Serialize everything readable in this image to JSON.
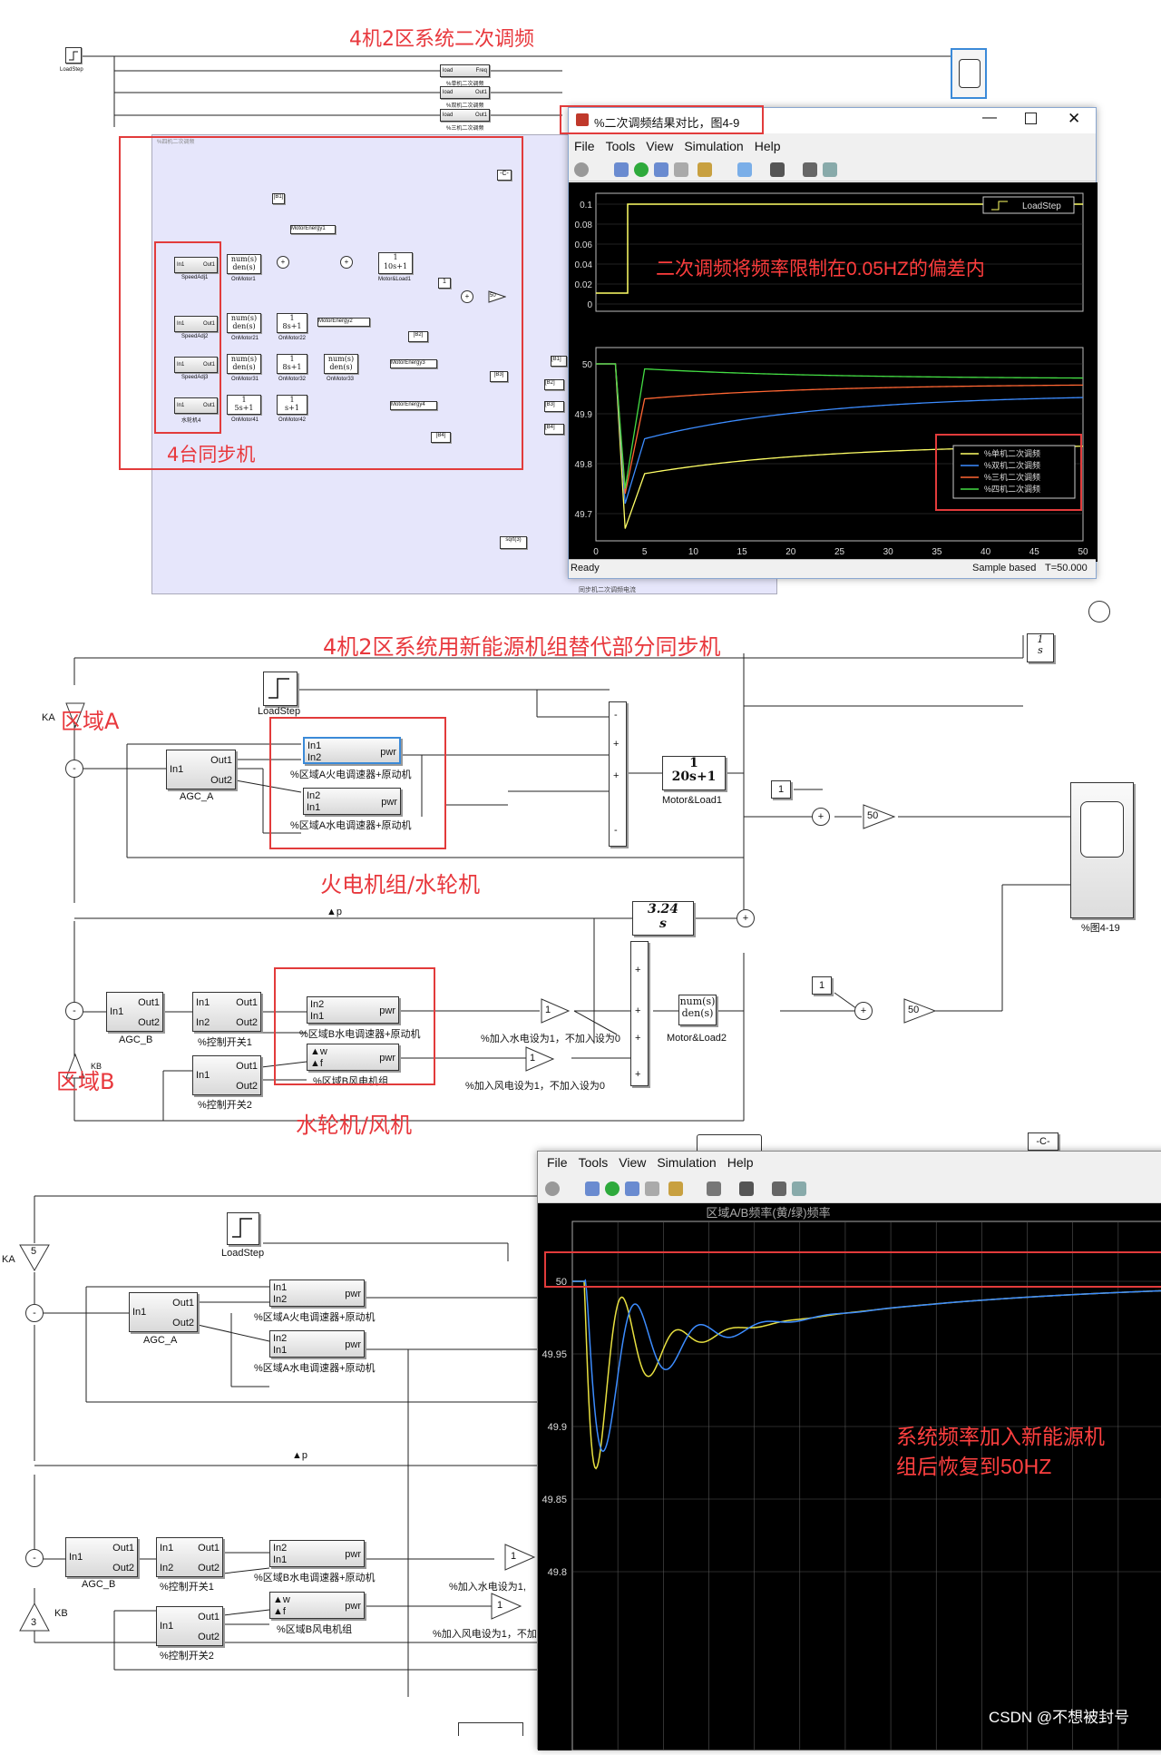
{
  "section1": {
    "title": "4机2区系统二次调频",
    "loadstep_small": "LoadStep",
    "tiny_blocks": [
      "load",
      "Freq",
      "%单机二次调频",
      "load",
      "Out1",
      "%双机二次调频",
      "load",
      "Out1",
      "%三机二次调频"
    ],
    "subsystem_header": "%四机二次调频",
    "speed_blocks": [
      "SpeedAdj1",
      "SpeedAdj2",
      "SpeedAdj3",
      "水轮机4"
    ],
    "motor_labels": [
      "OnMotor1",
      "OnMotor21",
      "OnMotor22",
      "OnMotor31",
      "OnMotor32",
      "OnMotor33",
      "OnMotor41",
      "OnMotor42"
    ],
    "tf_numden": "num(s)\nden(s)",
    "tf_10s": "1\n10s+1",
    "tf_8s": "1\n8s+1",
    "tf_5s": "1\n5s+1",
    "tf_s": "1\ns+1",
    "motor_load": "Motor&Load1",
    "goto_tags": [
      "[B1]",
      "[B2]",
      "[B3]",
      "[B4]"
    ],
    "energy_tags": [
      "MotorEnergy1",
      "MotorEnergy2",
      "MotorEnergy3",
      "MotorEnergy4"
    ],
    "const_c": "-C-",
    "const_1": "1",
    "gain_50": "50",
    "sqrt": "sqrt(3)",
    "footer": "同步机二次调频电流",
    "gen_note": "4台同步机"
  },
  "scope1": {
    "title": "%二次调频结果对比，图4-9",
    "menu": [
      "File",
      "Tools",
      "View",
      "Simulation",
      "Help"
    ],
    "top_yticks": [
      "0.1",
      "0.08",
      "0.06",
      "0.04",
      "0.02",
      "0"
    ],
    "top_legend": "LoadStep",
    "annotation": "二次调频将频率限制在0.05HZ的偏差内",
    "bot_yticks": [
      "50",
      "49.9",
      "49.8",
      "49.7"
    ],
    "xticks": [
      "0",
      "5",
      "10",
      "15",
      "20",
      "25",
      "30",
      "35",
      "40",
      "45",
      "50"
    ],
    "legend": [
      "%单机二次调频",
      "%双机二次调频",
      "%三机二次调频",
      "%四机二次调频"
    ],
    "status_left": "Ready",
    "status_mid": "Sample based",
    "status_right": "T=50.000",
    "colors": {
      "yellow": "#ffff66",
      "blue": "#3c8cff",
      "red": "#ff6633",
      "green": "#44dd44"
    }
  },
  "section2": {
    "title": "4机2区系统用新能源机组替代部分同步机",
    "integrator": "1\ns",
    "loadstep": "LoadStep",
    "region_a": "区域A",
    "region_b": "区域B",
    "ka": "KA",
    "kb": "KB",
    "agc_a": "AGC_A",
    "agc_b": "AGC_B",
    "in1": "In1",
    "in2": "In2",
    "out1": "Out1",
    "out2": "Out2",
    "pwr": "pwr",
    "w": "▲w",
    "f": "▲f",
    "gov_a_fire": "%区域A火电调速器+原动机",
    "gov_a_hydro": "%区域A水电调速器+原动机",
    "gov_b_hydro": "%区域B水电调速器+原动机",
    "wind_b": "%区域B风电机组",
    "switch1": "%控制开关1",
    "switch2": "%控制开关2",
    "tf_20s": "1\n20s+1",
    "motor_load1": "Motor&Load1",
    "motor_load2": "Motor&Load2",
    "gain_324": "3.24\ns",
    "const_1": "1",
    "gain_50": "50",
    "gain_1": "1",
    "dp": "▲p",
    "hydro_note": "%加入水电设为1，不加入设为0",
    "wind_note": "%加入风电设为1，不加入设为0",
    "scope_label": "%图4-19",
    "fire_hydro": "火电机组/水轮机",
    "hydro_wind": "水轮机/风机"
  },
  "section3": {
    "loadstep": "LoadStep",
    "ka": "KA",
    "kb": "KB",
    "gain_5": "5",
    "gain_3": "3",
    "agc_a": "AGC_A",
    "agc_b": "AGC_B",
    "gov_a_fire": "%区域A火电调速器+原动机",
    "gov_a_hydro": "%区域A水电调速器+原动机",
    "gov_b_hydro": "%区域B水电调速器+原动机",
    "wind_b": "%区域B风电机组",
    "switch1": "%控制开关1",
    "switch2": "%控制开关2",
    "dp": "▲p",
    "hydro_note": "%加入水电设为1,",
    "wind_note": "%加入风电设为1，不加",
    "const_c": "-C-"
  },
  "scope2": {
    "menu": [
      "File",
      "Tools",
      "View",
      "Simulation",
      "Help"
    ],
    "title": "区域A/B频率(黄/绿)频率",
    "yticks": [
      "50",
      "49.95",
      "49.9",
      "49.85",
      "49.8"
    ],
    "annotation_line1": "系统频率加入新能源机",
    "annotation_line2": "组后恢复到50HZ",
    "colors": {
      "yellow": "#e8e040",
      "blue": "#3c8cff"
    }
  },
  "watermark": "CSDN @不想被封号"
}
